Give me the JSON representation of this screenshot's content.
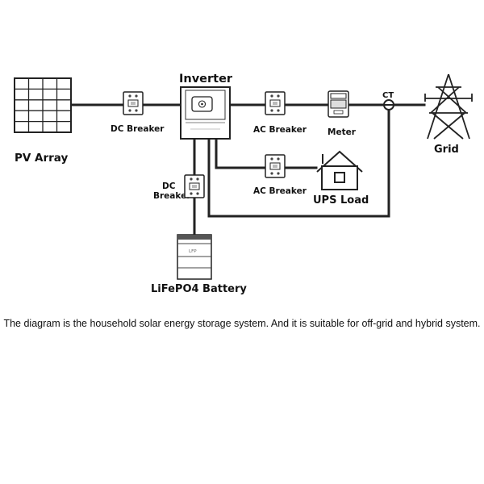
{
  "labels": {
    "inverter": "Inverter",
    "pv_array": "PV Array",
    "dc_breaker_pv": "DC Breaker",
    "ac_breaker_grid": "AC Breaker",
    "meter": "Meter",
    "ct": "CT",
    "grid": "Grid",
    "ac_breaker_ups": "AC Breaker",
    "ups_load": "UPS Load",
    "dc_breaker_batt_line1": "DC",
    "dc_breaker_batt_line2": "Breaker",
    "battery": "LiFePO4 Battery",
    "battery_tag": "LFP"
  },
  "caption": "The diagram is the household solar energy storage system. And it is suitable for off-grid and hybrid system."
}
